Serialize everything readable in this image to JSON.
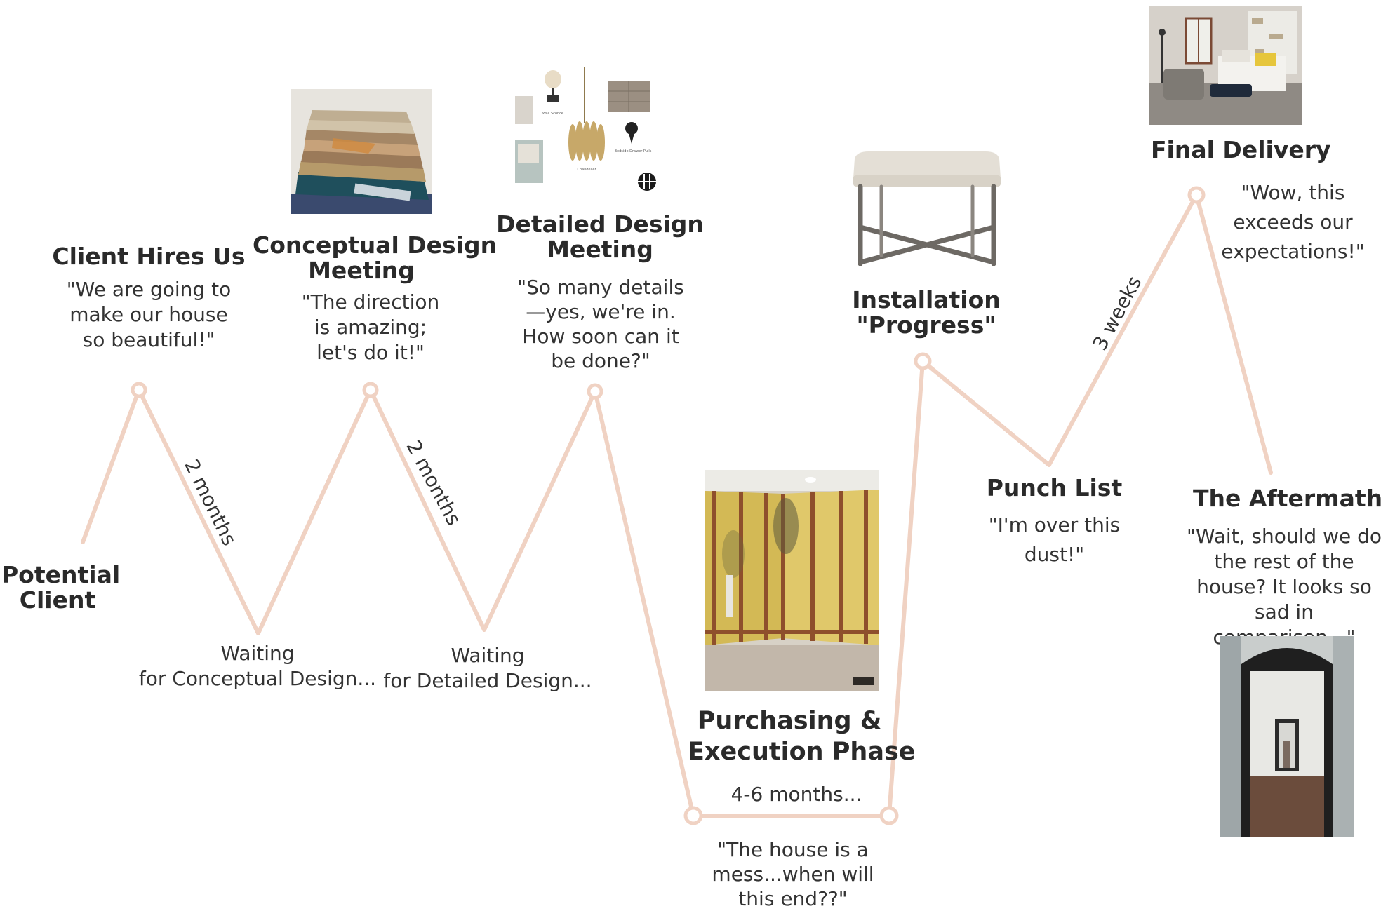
{
  "line_color": "#f0d2c3",
  "stages": {
    "potential_client": {
      "title_line1": "Potential",
      "title_line2": "Client"
    },
    "client_hires": {
      "title": "Client Hires Us",
      "quote": "\"We are going to make our house so beautiful!\""
    },
    "conceptual": {
      "title_line1": "Conceptual Design",
      "title_line2": "Meeting",
      "quote": "\"The direction is amazing; let's do it!\""
    },
    "detailed": {
      "title_line1": "Detailed Design",
      "title_line2": "Meeting",
      "quote": "\"So many details—yes, we're in. How soon can it be done?\""
    },
    "purchasing": {
      "title_line1": "Purchasing &",
      "title_line2": "Execution Phase",
      "duration": "4-6 months...",
      "quote": "\"The house is a mess...when will this end??\""
    },
    "installation": {
      "title_line1": "Installation",
      "title_line2": "\"Progress\""
    },
    "punch_list": {
      "title": "Punch List",
      "quote": "\"I'm over this dust!\""
    },
    "final_delivery": {
      "title": "Final Delivery",
      "quote": "\"Wow, this exceeds our expectations!\""
    },
    "aftermath": {
      "title": "The Aftermath",
      "quote": "\"Wait, should we do the rest of the house? It looks so sad in comparison...\""
    }
  },
  "waits": {
    "conceptual": {
      "line1": "Waiting",
      "line2": "for Conceptual Design..."
    },
    "detailed": {
      "line1": "Waiting",
      "line2": "for Detailed Design..."
    }
  },
  "durations": {
    "first": "2 months",
    "second": "2 months",
    "third": "3 weeks"
  },
  "moodboard": {
    "wall_sconce": "Wall Sconce",
    "chandelier": "Chandelier",
    "drawer_pulls": "Bedside Drawer Pulls"
  }
}
